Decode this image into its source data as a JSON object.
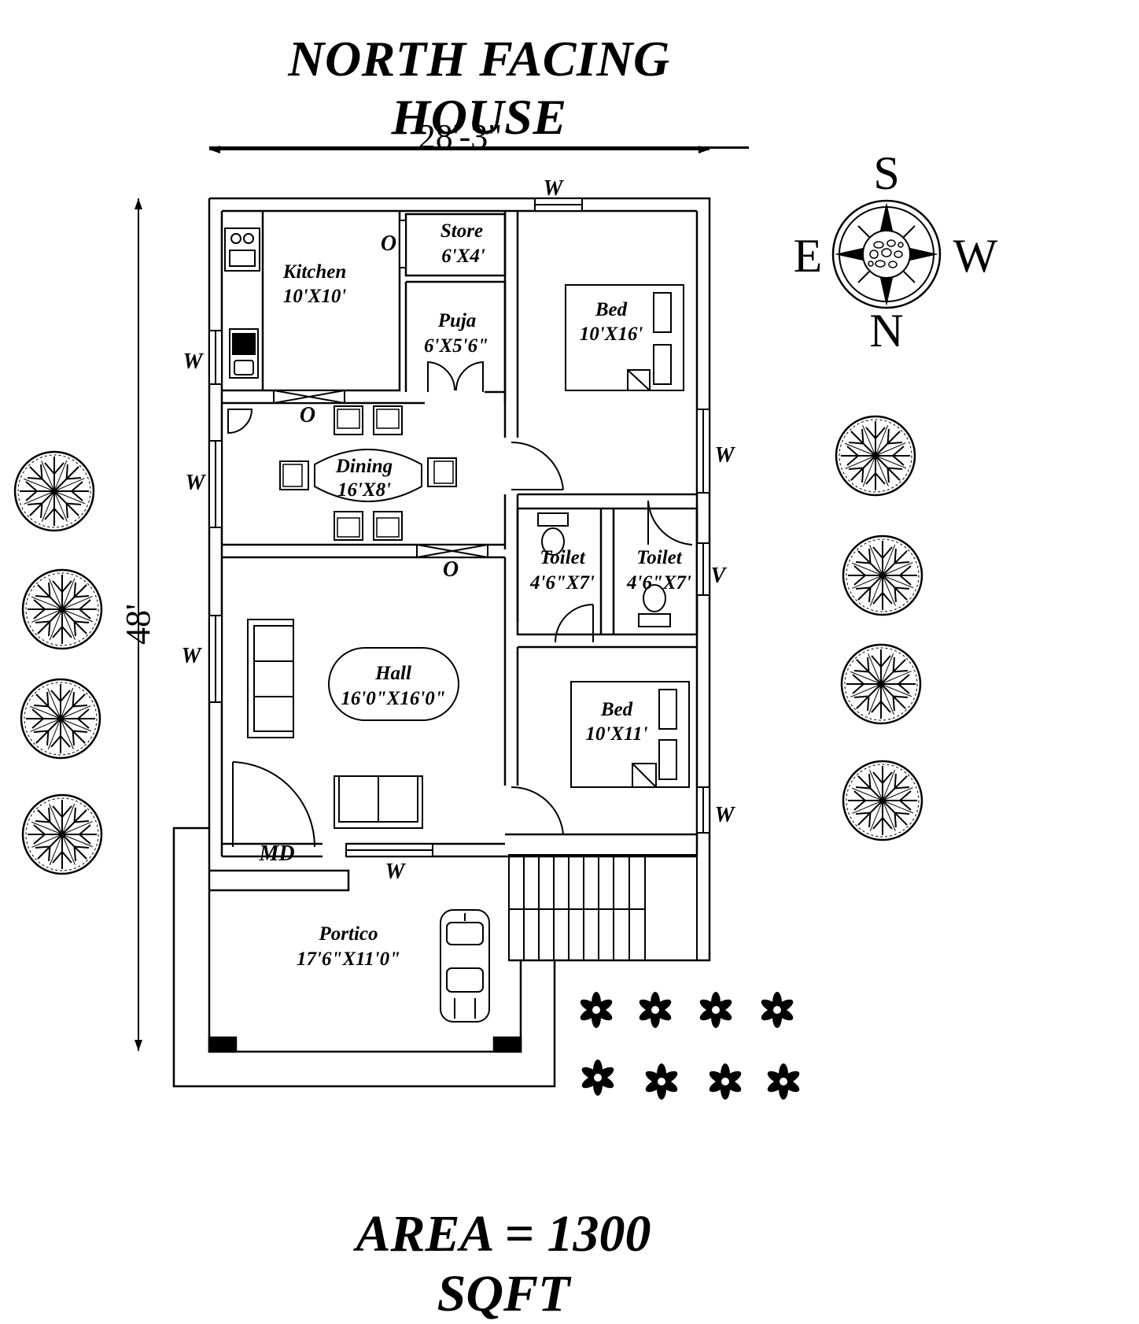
{
  "title": "NORTH FACING HOUSE",
  "area": "AREA = 1300 SQFT",
  "dimensions": {
    "width": "28'-3\"",
    "depth": "48'"
  },
  "compass": {
    "top": "S",
    "left": "E",
    "right": "W",
    "bottom": "N"
  },
  "rooms": {
    "kitchen": {
      "name": "Kitchen",
      "size": "10'X10'"
    },
    "store": {
      "name": "Store",
      "size": "6'X4'"
    },
    "puja": {
      "name": "Puja",
      "size": "6'X5'6\""
    },
    "bed1": {
      "name": "Bed",
      "size": "10'X16'"
    },
    "dining": {
      "name": "Dining",
      "size": "16'X8'"
    },
    "toilet1": {
      "name": "Toilet",
      "size": "4'6\"X7'"
    },
    "toilet2": {
      "name": "Toilet",
      "size": "4'6\"X7'"
    },
    "hall": {
      "name": "Hall",
      "size": "16'0\"X16'0\""
    },
    "bed2": {
      "name": "Bed",
      "size": "10'X11'"
    },
    "portico": {
      "name": "Portico",
      "size": "17'6\"X11'0\""
    }
  },
  "labels": {
    "window": "W",
    "opening": "O",
    "ventilator": "V",
    "main_door": "MD"
  }
}
